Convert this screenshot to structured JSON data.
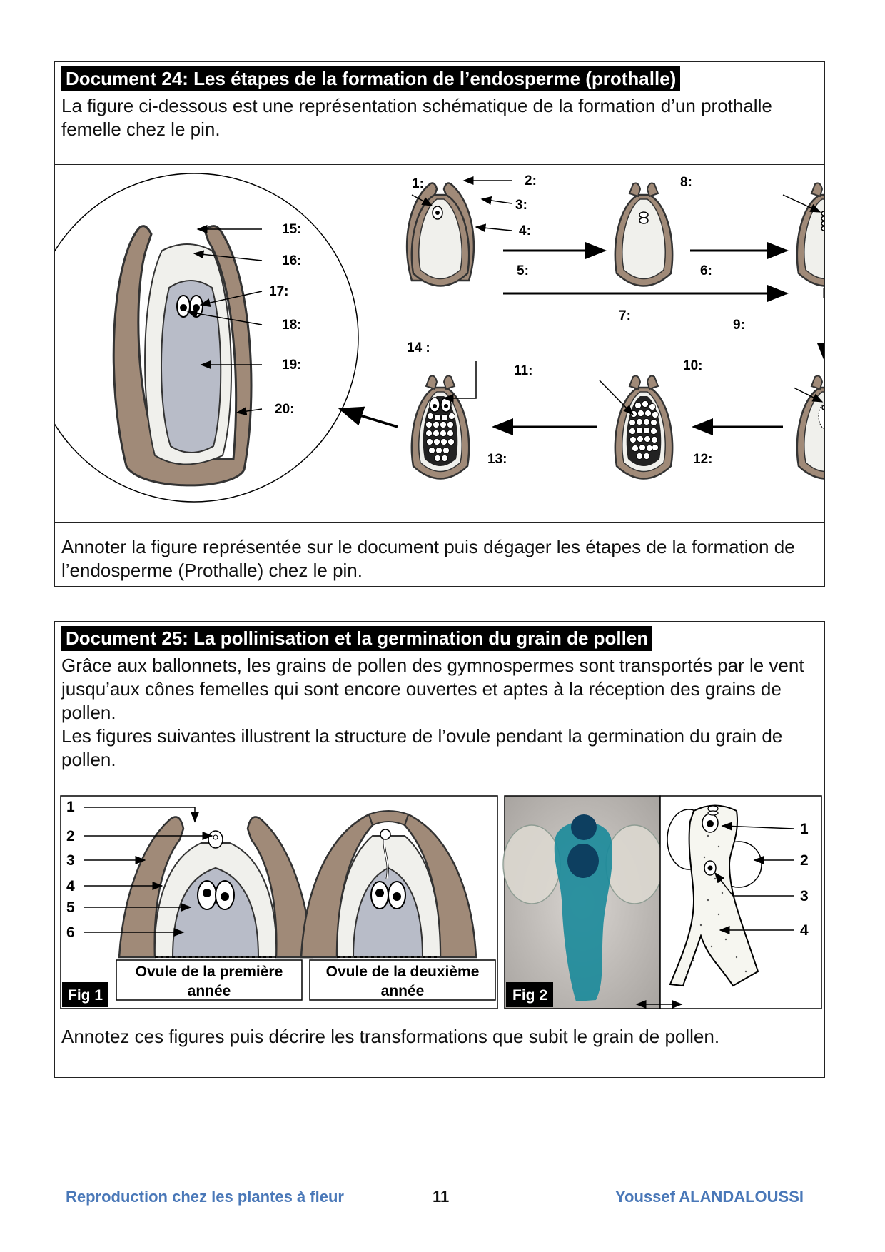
{
  "doc24": {
    "title": "Document 24: Les étapes de la formation de l’endosperme (prothalle)",
    "intro": "La figure ci-dessous  est une représentation schématique de la formation d’un prothalle femelle chez le pin.",
    "labels": [
      "1:",
      "2:",
      "3:",
      "4:",
      "5:",
      "6:",
      "7:",
      "8:",
      "9:",
      "10:",
      "11:",
      "12:",
      "13:",
      "14 :",
      "15:",
      "16:",
      "17:",
      "18:",
      "19:",
      "20:"
    ],
    "question": "Annoter la figure représentée sur le document puis dégager les étapes de la formation de l’endosperme (Prothalle) chez le pin."
  },
  "doc25": {
    "title": "Document 25: La pollinisation et la germination du grain de pollen",
    "intro1": "Grâce aux ballonnets, les grains de pollen des gymnospermes sont transportés par le vent jusqu’aux cônes femelles qui sont encore ouvertes et aptes à la réception des grains de pollen.",
    "intro2": "Les figures suivantes illustrent la structure de l’ovule pendant la germination du grain de pollen.",
    "fig1": {
      "tag": "Fig 1",
      "labels": [
        "1",
        "2",
        "3",
        "4",
        "5",
        "6"
      ],
      "caption_first": "Ovule de la première année",
      "caption_second": "Ovule de la deuxième année"
    },
    "fig2": {
      "tag": "Fig 2",
      "labels": [
        "1",
        "2",
        "3",
        "4"
      ]
    },
    "question": "Annotez ces figures puis décrire les transformations que subit le grain de pollen."
  },
  "footer": {
    "left": "Reproduction chez les plantes à fleur",
    "page": "11",
    "right": "Youssef ALANDALOUSSI"
  },
  "colors": {
    "integument": "#a08a78",
    "nucellus": "#f0f0ec",
    "endosperm": "#b8bcc8",
    "footer_text": "#4a78b8",
    "stain": "#1a8a9a"
  }
}
